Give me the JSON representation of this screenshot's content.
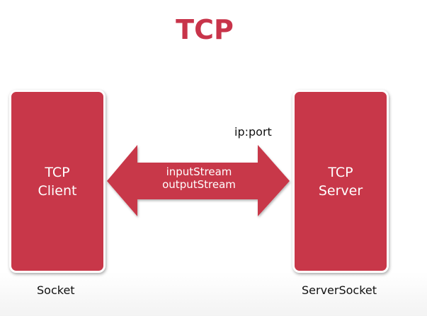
{
  "title": "TCP",
  "client": {
    "line1": "TCP",
    "line2": "Client",
    "caption": "Socket"
  },
  "server": {
    "line1": "TCP",
    "line2": "Server",
    "caption": "ServerSocket"
  },
  "connection": {
    "address_label": "ip:port",
    "stream1": "inputStream",
    "stream2": "outputStream"
  },
  "colors": {
    "accent": "#c83749",
    "title": "#c8344a",
    "text_on_accent": "#ffffff"
  }
}
